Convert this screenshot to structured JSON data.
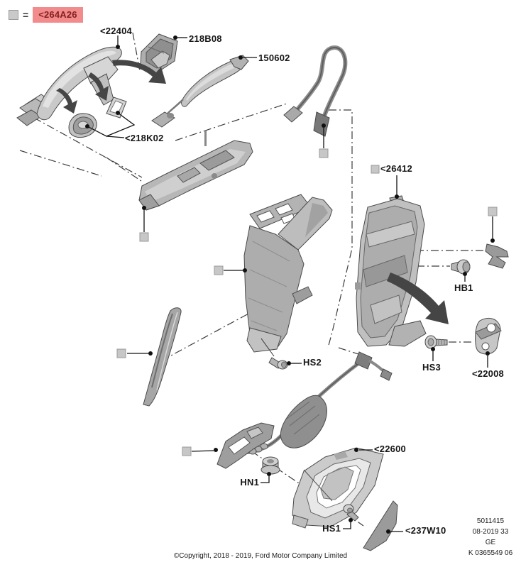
{
  "legend": {
    "equals_sign": "=",
    "highlighted_code": "<264A26",
    "highlight_color": "#f28b8b",
    "highlight_text_color": "#86201f"
  },
  "callouts": {
    "c22404": "<22404",
    "c218B08": "218B08",
    "c150602": "150602",
    "c218K02": "<218K02",
    "c26412": "<26412",
    "cHB1": "HB1",
    "cHS2": "HS2",
    "cHS3": "HS3",
    "c22008": "<22008",
    "c22600": "<22600",
    "cHN1": "HN1",
    "cHS1": "HS1",
    "c237W10": "<237W10"
  },
  "footer": {
    "copyright": "©Copyright, 2018 - 2019, Ford Motor Company Limited",
    "doc_number": "5011415",
    "revision": "08-2019 33",
    "market": "GE",
    "catalog_ref": "K 0365549 06"
  }
}
